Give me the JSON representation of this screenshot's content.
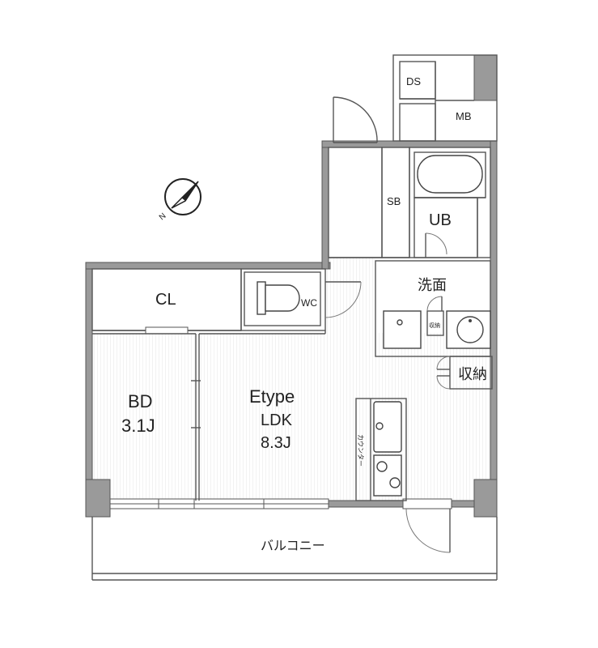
{
  "labels": {
    "ds": "DS",
    "mb": "MB",
    "sb": "SB",
    "ub": "UB",
    "cl": "CL",
    "wc": "WC",
    "senmen": "洗面",
    "shuno_small": "収納",
    "shuno": "収納",
    "bd_name": "BD",
    "bd_size": "3.1J",
    "type": "Etype",
    "ldk_name": "LDK",
    "ldk_size": "8.3J",
    "counter": "カウンター",
    "balcony": "バルコニー",
    "north": "N"
  }
}
